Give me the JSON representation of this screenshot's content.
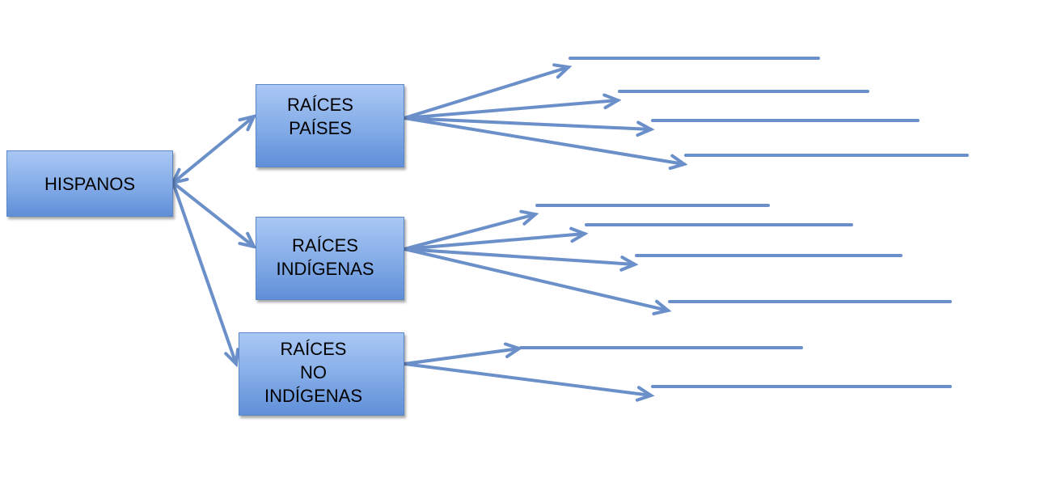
{
  "diagram": {
    "root": {
      "label": "HISPANOS"
    },
    "branches": [
      {
        "label": "RAÍCES\nPAÍSES",
        "blank_lines": 4
      },
      {
        "label": "RAÍCES\nINDÍGENAS",
        "blank_lines": 4
      },
      {
        "label": "RAÍCES\nNO\nINDÍGENAS",
        "blank_lines": 2
      }
    ]
  },
  "colors": {
    "connector": "#6a8fc9",
    "node_fill_top": "#a9c7f4",
    "node_fill_bottom": "#5f8fd8",
    "node_border": "#5b86c8"
  }
}
